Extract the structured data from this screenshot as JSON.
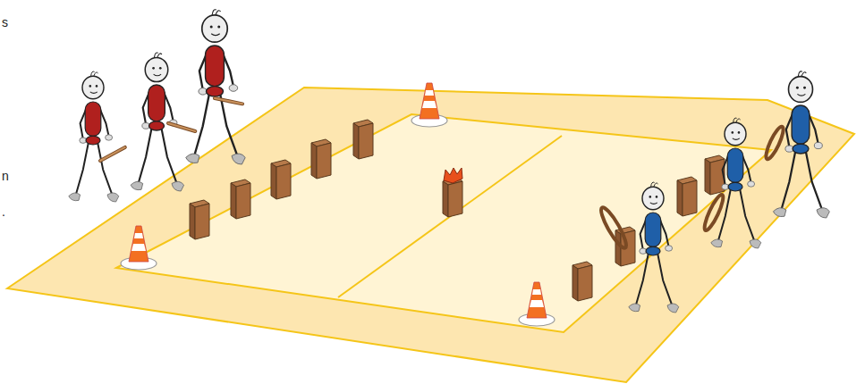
{
  "diagram": {
    "labels": [
      "s",
      "n",
      "."
    ]
  }
}
